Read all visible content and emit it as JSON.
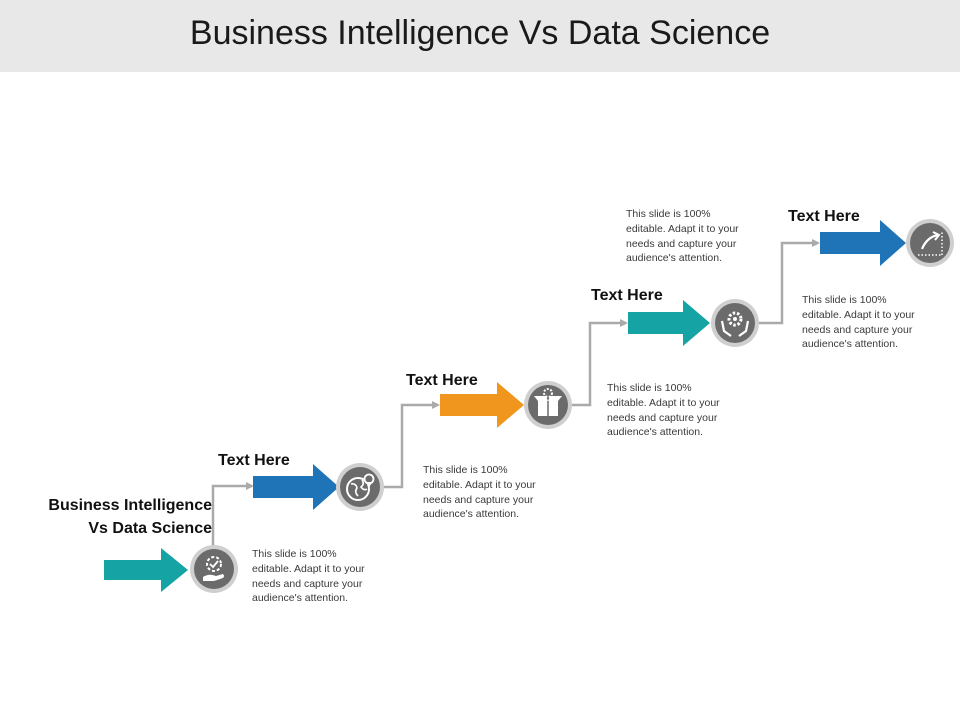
{
  "title": "Business Intelligence Vs Data Science",
  "main_label": {
    "line1": "Business Intelligence",
    "line2": "Vs Data Science"
  },
  "colors": {
    "teal": "#15A3A3",
    "blue": "#1F73B7",
    "orange": "#F0961E",
    "connector": "#aaaaaa",
    "icon_bg": "#6b6b6b",
    "icon_ring": "#cfcfcf"
  },
  "steps": [
    {
      "label": "",
      "arrow_color": "#15A3A3",
      "icon": "hand-gear-icon",
      "desc": [
        "This slide is 100%",
        "editable. Adapt it to your",
        "needs and capture your",
        "audience's attention."
      ]
    },
    {
      "label": "Text Here",
      "arrow_color": "#1F73B7",
      "icon": "globe-location-icon",
      "desc": [
        "This slide is 100%",
        "editable. Adapt it to your",
        "needs and capture your",
        "audience's attention."
      ]
    },
    {
      "label": "Text Here",
      "arrow_color": "#F0961E",
      "icon": "box-gear-icon",
      "desc": [
        "This slide is 100%",
        "editable. Adapt it to your",
        "needs and capture your",
        "audience's attention."
      ]
    },
    {
      "label": "Text Here",
      "arrow_color": "#15A3A3",
      "icon": "hands-gear-icon",
      "desc": [
        "This slide is 100%",
        "editable. Adapt it to your",
        "needs and capture your",
        "audience's attention."
      ]
    },
    {
      "label": "Text Here",
      "arrow_color": "#1F73B7",
      "icon": "growth-arrow-icon",
      "desc": [
        "This slide is 100%",
        "editable. Adapt it to your",
        "needs and capture your",
        "audience's attention."
      ]
    }
  ]
}
